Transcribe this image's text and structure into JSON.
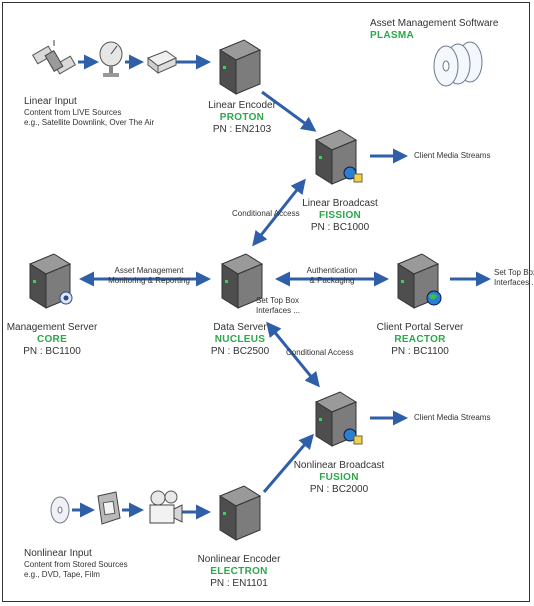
{
  "software": {
    "title": "Asset Management Software",
    "code": "PLASMA"
  },
  "linear_input": {
    "title": "Linear Input",
    "line1": "Content from LIVE Sources",
    "line2": "e.g., Satellite Downlink, Over The Air"
  },
  "nonlinear_input": {
    "title": "Nonlinear Input",
    "line1": "Content from Stored Sources",
    "line2": "e.g., DVD, Tape, Film"
  },
  "linear_encoder": {
    "name": "Linear Encoder",
    "code": "PROTON",
    "pn": "PN : EN2103"
  },
  "linear_broadcast": {
    "name": "Linear Broadcast",
    "code": "FISSION",
    "pn": "PN : BC1000"
  },
  "management_server": {
    "name": "Management Server",
    "code": "CORE",
    "pn": "PN : BC1100"
  },
  "data_server": {
    "name": "Data Server",
    "code": "NUCLEUS",
    "pn": "PN : BC2500"
  },
  "client_portal": {
    "name": "Client Portal Server",
    "code": "REACTOR",
    "pn": "PN : BC1100"
  },
  "nonlinear_broadcast": {
    "name": "Nonlinear Broadcast",
    "code": "FUSION",
    "pn": "PN : BC2000"
  },
  "nonlinear_encoder": {
    "name": "Nonlinear Encoder",
    "code": "ELECTRON",
    "pn": "PN : EN1101"
  },
  "edges": {
    "client_streams_1": "Client Media Streams",
    "client_streams_2": "Client Media Streams",
    "conditional_access_1": "Conditional Access",
    "conditional_access_2": "Conditional Access",
    "asset_mgmt_1": "Asset Management",
    "asset_mgmt_2": "Monitoring & Reporting",
    "auth_1": "Authentication",
    "auth_2": "& Packaging",
    "stb_1": "Set Top Box",
    "stb_2": "Interfaces ...",
    "stb_data_1": "Set Top Box",
    "stb_data_2": "Interfaces ..."
  },
  "colors": {
    "accent": "#2aa84a",
    "arrow": "#2f5fa8",
    "server": "#6e6e6e"
  }
}
